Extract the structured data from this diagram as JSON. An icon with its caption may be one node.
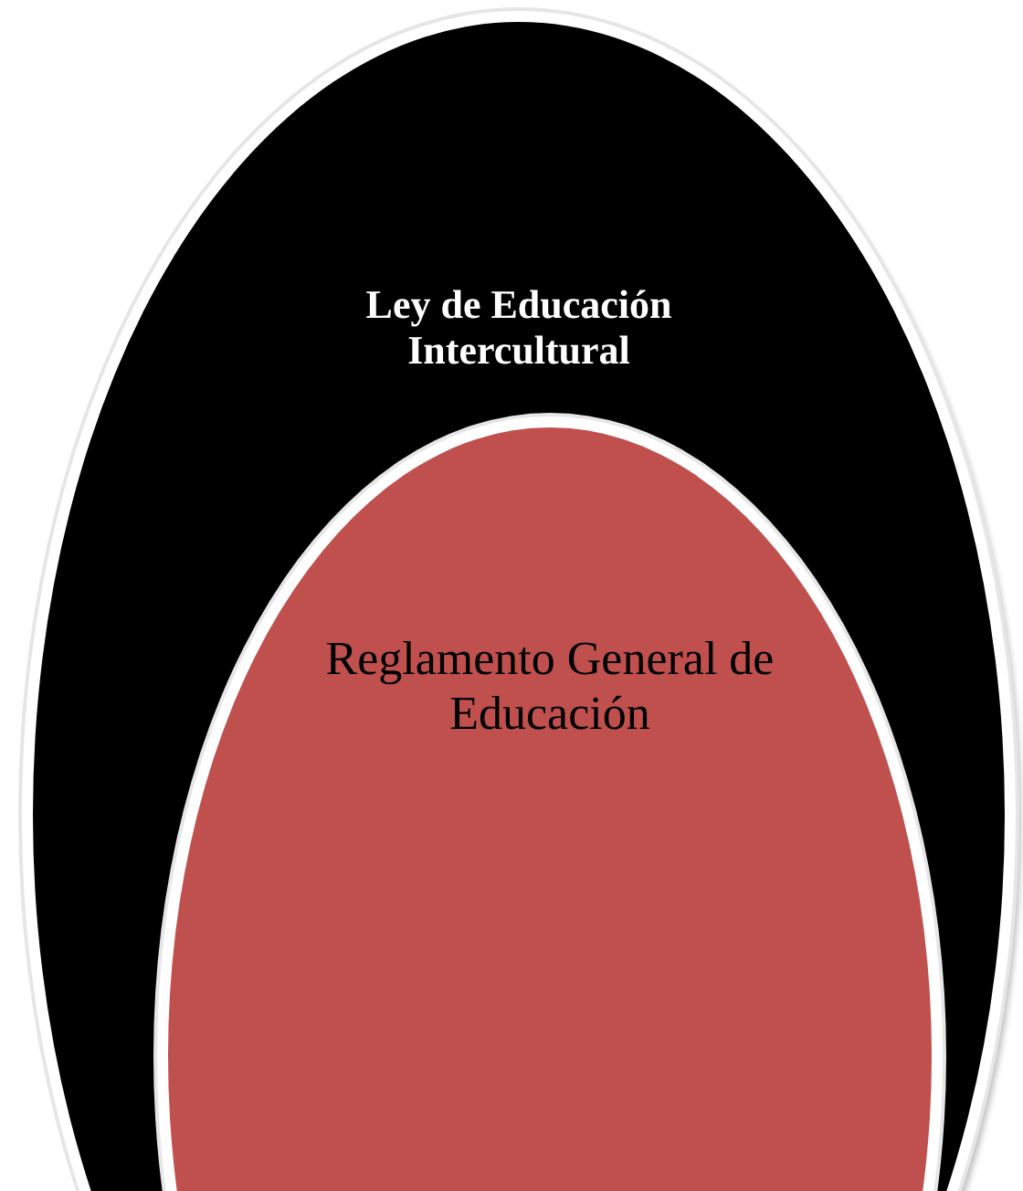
{
  "diagram": {
    "nodes": [
      {
        "text": [
          "Ley de Educación Intercultural"
        ]
      },
      {
        "text": [
          "Reglamento General de Educación"
        ],
        "in": 0
      }
    ]
  }
}
